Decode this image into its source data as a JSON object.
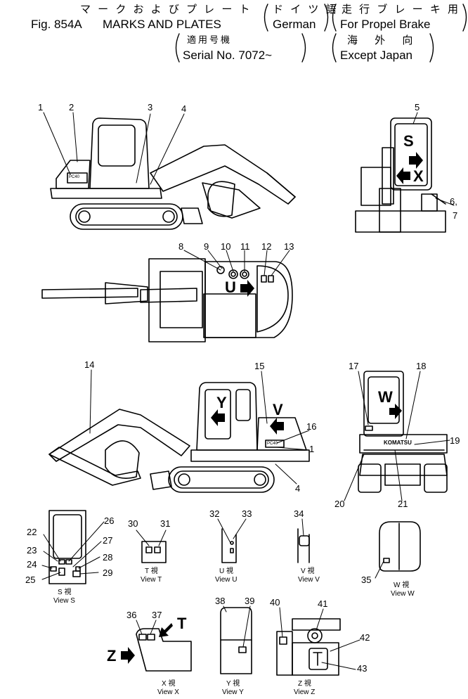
{
  "header": {
    "line1_jp_title": "マ ー ク お よ び プ レ ー ト",
    "line1_jp_lang": "ド イ ツ 語",
    "line1_jp_right": "走 行 ブ レ ー キ 用",
    "line2_fig": "Fig. 854A",
    "line2_title": "MARKS AND PLATES",
    "line2_lang": "German",
    "line2_right": "For Propel Brake",
    "line3_jp_serial": "適用号機",
    "line3_jp_right": "海 外 向",
    "line4_serial": "Serial No. 7072~",
    "line4_right": "Except Japan"
  },
  "callouts": [
    "1",
    "2",
    "3",
    "4",
    "5",
    "6,",
    "7",
    "8",
    "9",
    "10",
    "11",
    "12",
    "13",
    "14",
    "15",
    "16",
    "1",
    "4",
    "17",
    "18",
    "19",
    "20",
    "21",
    "22",
    "23",
    "24",
    "25",
    "26",
    "27",
    "28",
    "29",
    "30",
    "31",
    "32",
    "33",
    "34",
    "35",
    "36",
    "37",
    "38",
    "39",
    "40",
    "41",
    "42",
    "43"
  ],
  "view_letters": {
    "S": "S",
    "U": "U",
    "X": "X",
    "Y": "Y",
    "V": "V",
    "W": "W",
    "T": "T",
    "Z": "Z"
  },
  "machine_labels": {
    "pc40": "PC40",
    "komatsu": "KOMATSU"
  },
  "views": {
    "s_jp": "S 視",
    "s": "View S",
    "t_jp": "T 視",
    "t": "View T",
    "u_jp": "U 視",
    "u": "View U",
    "v_jp": "V 視",
    "v": "View V",
    "w_jp": "W 視",
    "w": "View W",
    "x_jp": "X 視",
    "x": "View X",
    "y_jp": "Y 視",
    "y": "View Y",
    "z_jp": "Z 視",
    "z": "View Z"
  }
}
